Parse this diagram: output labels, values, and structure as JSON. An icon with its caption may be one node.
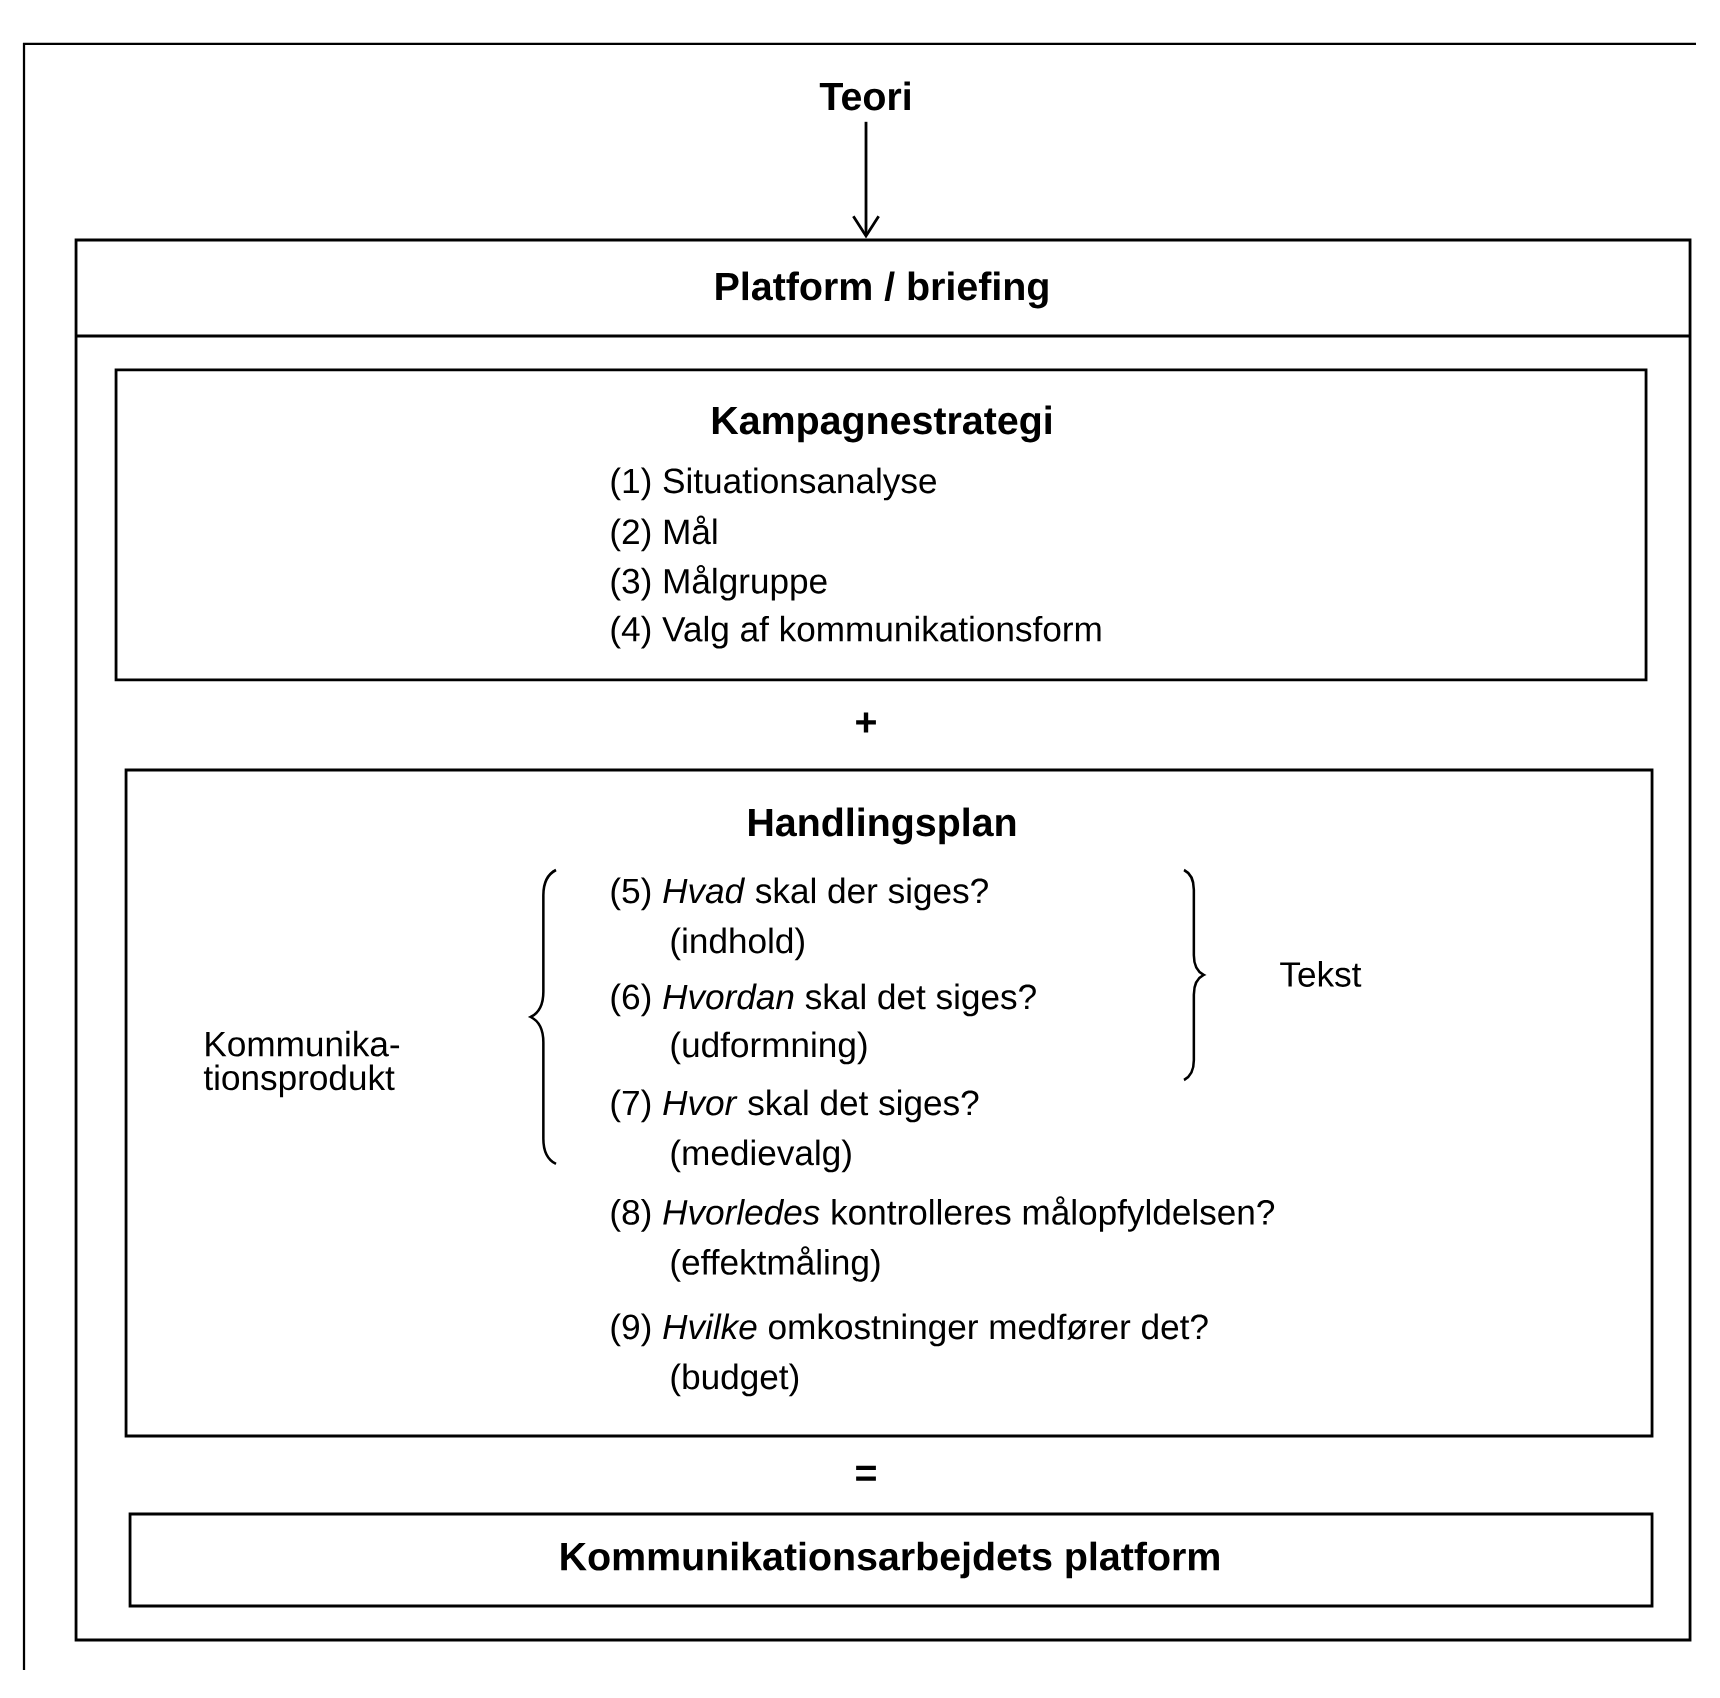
{
  "diagram": {
    "nodes": [
      {
        "text": [
          "Teori"
        ]
      },
      {
        "text": [
          "Platform / briefing"
        ]
      },
      {
        "text": [
          "Kampagnestrategi",
          "(1) Situationsanalyse",
          "(2) Mål",
          "(3) Målgruppe",
          "(4) Valg af kommunikationsform"
        ],
        "in": 1
      },
      {
        "text": [
          "Handlingsplan",
          "(5) *Hvad* skal der siges?",
          "(indhold)",
          "(6) *Hvordan* skal det siges?",
          "(udformning)",
          "(7) *Hvor* skal det siges?",
          "(medievalg)",
          "(8) *Hvorledes* kontrolleres målopfyldelsen?",
          "(effektmåling)",
          "(9) *Hvilke* omkostninger medfører det?",
          "(budget)",
          "Kommunika-tionsprodukt",
          "Tekst"
        ],
        "in": 1
      },
      {
        "text": [
          "Kommunikationsarbejdets platform"
        ],
        "in": 1
      }
    ],
    "edges": [
      {
        "from": 0,
        "to": 1,
        "arrow": "to"
      }
    ],
    "labels": [
      "+",
      "="
    ]
  }
}
